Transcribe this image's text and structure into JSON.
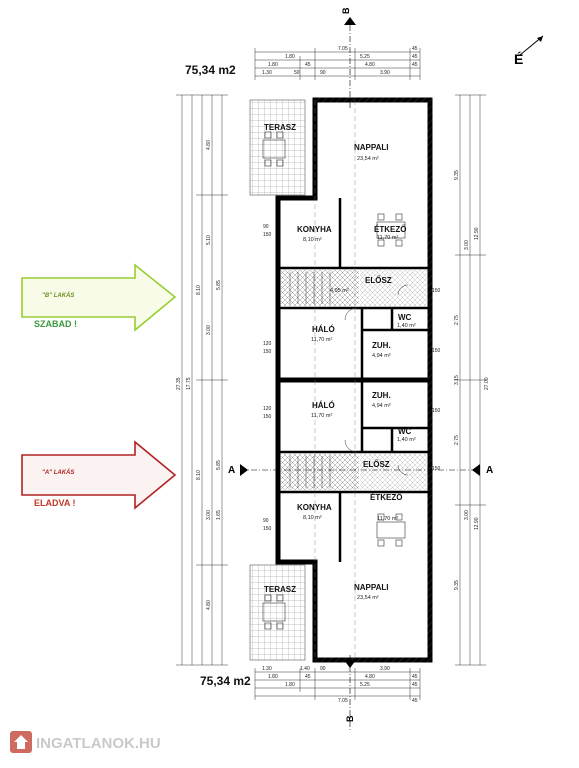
{
  "plan": {
    "area_top": "75,34 m2",
    "area_bottom": "75,34 m2",
    "section_b_top": "B",
    "section_b_bottom": "B",
    "section_a_left": "A",
    "section_a_right": "A",
    "north": "É"
  },
  "units": {
    "b": {
      "label": "\"B\" LAKÁS",
      "status": "SZABAD !",
      "color": "#9acd32",
      "status_color": "#3a9a3a"
    },
    "a": {
      "label": "\"A\" LAKÁS",
      "status": "ELADVA !",
      "color": "#b22222",
      "status_color": "#c0392b"
    }
  },
  "rooms": {
    "terasz": "TERASZ",
    "nappali": "NAPPALI",
    "nappali_area": "23,54 m²",
    "konyha": "KONYHA",
    "konyha_area": "8,10 m²",
    "etkezo": "ÉTKEZŐ",
    "etkezo_area": "11,70 m²",
    "eloter": "ELŐSZ",
    "eloter_area": "4,95 m²",
    "wc": "WC",
    "wc_area": "1,40 m²",
    "halo": "HÁLÓ",
    "halo_area": "11,70 m²",
    "zuh": "ZUH.",
    "zuh_area": "4,94 m²"
  },
  "dims_top": {
    "row1": [
      "1.80",
      "5.25",
      "45"
    ],
    "row2": [
      "1.80",
      "45",
      "4.80",
      "45"
    ],
    "row3": [
      "1.30",
      "50",
      "90",
      "3.90"
    ],
    "total": "7.05",
    "total_right": "45"
  },
  "dims_bottom": {
    "row1": [
      "1.30",
      "1.40",
      "90",
      "3.90"
    ],
    "row2": [
      "1.80",
      "45",
      "4.80",
      "45"
    ],
    "row3": [
      "1.80",
      "5.25",
      "45"
    ],
    "total": "7.05",
    "total_right": "45"
  },
  "dims_left": {
    "outer": "27.35",
    "inner": "17.75",
    "seg_a": "8.10",
    "seg_b": "8.10",
    "sub": [
      "4.80",
      "5.10",
      "5.85",
      "3.00",
      "1.65",
      "3.00",
      "5.85",
      "4.80"
    ]
  },
  "dims_right": {
    "outer": "27.00",
    "seg": [
      "9.35",
      "12.90",
      "3.00",
      "2.75",
      "3.15",
      "2.75",
      "3.00",
      "12.90",
      "9.35"
    ]
  },
  "dims_openings": [
    "90",
    "150",
    "120",
    "150",
    "120",
    "150",
    "90",
    "150",
    "150",
    "150",
    "150",
    "150"
  ],
  "watermark": {
    "text": "INGATLANOK.HU"
  }
}
